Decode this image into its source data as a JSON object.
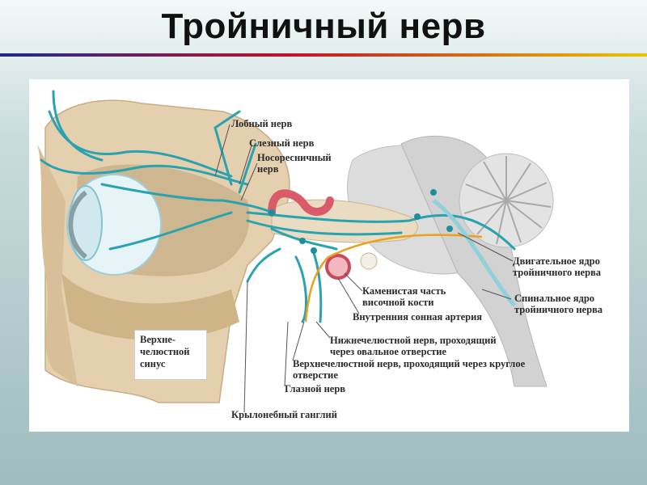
{
  "title": "Тройничный нерв",
  "colors": {
    "nerve": "#2aa3b0",
    "bone": "#e4cfae",
    "brain": "#d9d9d9",
    "artery": "#d95b6a",
    "motor_nerve": "#e7a21f"
  },
  "labels": {
    "frontal_nerve": "Лобный нерв",
    "lacrimal_nerve": "Слезный нерв",
    "nasociliary_nerve": "Носоресничный нерв",
    "motor_nucleus": "Двигательное ядро тройничного нерва",
    "petrous_part": "Каменистая часть височной кости",
    "internal_carotid": "Внутренния сонная артерия",
    "spinal_nucleus": "Спинальное ядро тройничного нерва",
    "mandibular_nerve": "Нижнечелюстной нерв, проходящий через овальное отверстие",
    "maxillary_nerve": "Верхнечелюстной нерв, проходящий через круглое отверстие",
    "ophthalmic_nerve": "Глазной нерв",
    "pterygopalatine_ganglion": "Крылонебный ганглий",
    "maxillary_sinus": "Верхне-\nчелюстной\nсинус"
  }
}
